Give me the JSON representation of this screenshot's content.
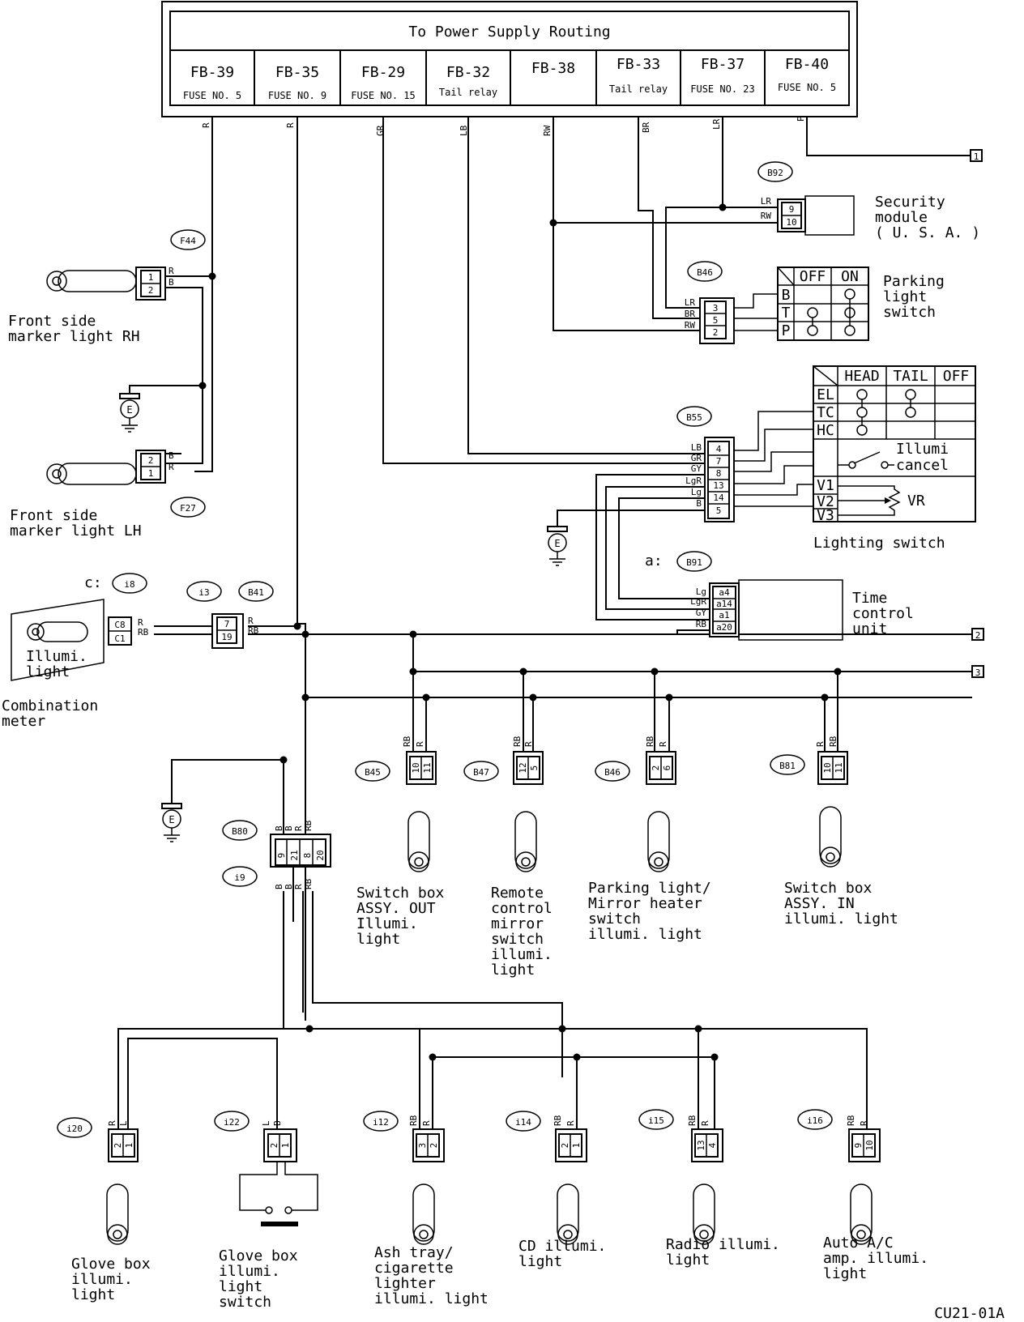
{
  "power_supply": {
    "title": "To Power Supply Routing",
    "fuses": [
      {
        "code": "FB-39",
        "name": "FUSE NO. 5",
        "wire": "R"
      },
      {
        "code": "FB-35",
        "name": "FUSE NO. 9",
        "wire": "R"
      },
      {
        "code": "FB-29",
        "name": "FUSE NO. 15",
        "wire": "GR"
      },
      {
        "code": "FB-32",
        "name": "Tail relay",
        "wire": "LB"
      },
      {
        "code": "FB-38",
        "name": "",
        "wire": "RW"
      },
      {
        "code": "FB-33",
        "name": "Tail relay",
        "wire": "BR"
      },
      {
        "code": "FB-37",
        "name": "FUSE NO. 23",
        "wire": "LR"
      },
      {
        "code": "FB-40",
        "name": "FUSE NO. 5",
        "wire": "P"
      }
    ]
  },
  "ref_markers": [
    "1",
    "2",
    "3"
  ],
  "connector_codes": {
    "b92": "B92",
    "f44": "F44",
    "b46a": "B46",
    "b55": "B55",
    "f27": "F27",
    "b91": "B91",
    "i8": "i8",
    "i3": "i3",
    "b41": "B41",
    "b45": "B45",
    "b47": "B47",
    "b46b": "B46",
    "b81": "B81",
    "b80": "B80",
    "i9": "i9",
    "i20": "i20",
    "i22": "i22",
    "i12": "i12",
    "i14": "i14",
    "i15": "i15",
    "i16": "i16"
  },
  "prefixes": {
    "c": "c:",
    "a": "a:"
  },
  "security_module": {
    "l1": "Security",
    "l2": "module",
    "l3": "( U. S. A. )",
    "pins": [
      "9",
      "10"
    ],
    "wires": [
      "LR",
      "RW"
    ]
  },
  "parking_switch": {
    "l1": "Parking",
    "l2": "light",
    "l3": "switch",
    "cols": [
      "OFF",
      "ON"
    ],
    "rows": [
      "B",
      "T",
      "P"
    ],
    "pins": [
      "3",
      "5",
      "2"
    ],
    "wires": [
      "LR",
      "BR",
      "RW"
    ]
  },
  "lighting_switch": {
    "title": "Lighting switch",
    "cols": [
      "HEAD",
      "TAIL",
      "OFF"
    ],
    "rows": [
      "EL",
      "TC",
      "HC"
    ],
    "illumi1": "Illumi",
    "illumi2": "cancel",
    "v_rows": [
      "V1",
      "V2",
      "V3"
    ],
    "vr": "VR",
    "pins": [
      "4",
      "7",
      "8",
      "13",
      "14",
      "5"
    ],
    "wires": [
      "LB",
      "GR",
      "GY",
      "LgR",
      "Lg",
      "B"
    ]
  },
  "time_control": {
    "l1": "Time",
    "l2": "control",
    "l3": "unit",
    "pins": [
      "a4",
      "a14",
      "a1",
      "a20"
    ],
    "wires": [
      "Lg",
      "LgR",
      "GY",
      "RB"
    ]
  },
  "front_rh": {
    "l1": "Front side",
    "l2": "marker light RH",
    "pins": [
      "1",
      "2"
    ],
    "wires": [
      "R",
      "B"
    ]
  },
  "front_lh": {
    "l1": "Front side",
    "l2": "marker light LH",
    "pins": [
      "2",
      "1"
    ],
    "wires": [
      "B",
      "R"
    ]
  },
  "combination_meter": {
    "inner1": "Illumi.",
    "inner2": "light",
    "l1": "Combination",
    "l2": "meter",
    "pins": [
      "C8",
      "C1"
    ],
    "wires": [
      "R",
      "RB"
    ]
  },
  "i3_conn": {
    "pins": [
      "7",
      "19"
    ],
    "wires": [
      "R",
      "RB"
    ]
  },
  "ground": "E",
  "b80_conn": {
    "pins": [
      "9",
      "21",
      "8",
      "20"
    ],
    "wires_top": [
      "B",
      "B",
      "R",
      "RB"
    ],
    "wires_bottom": [
      "B",
      "B",
      "R",
      "RB"
    ]
  },
  "upper_loads": [
    {
      "pins": [
        "10",
        "11"
      ],
      "wires": [
        "RB",
        "R"
      ],
      "l1": "Switch box",
      "l2": "ASSY. OUT",
      "l3": "Illumi.",
      "l4": "light"
    },
    {
      "pins": [
        "12",
        "5"
      ],
      "wires": [
        "RB",
        "R"
      ],
      "l1": "Remote",
      "l2": "control",
      "l3": "mirror",
      "l4": "switch",
      "l5": "illumi.",
      "l6": "light"
    },
    {
      "pins": [
        "2",
        "6"
      ],
      "wires": [
        "RB",
        "R"
      ],
      "l1": "Parking light/",
      "l2": "Mirror heater",
      "l3": "switch",
      "l4": "illumi. light"
    },
    {
      "pins": [
        "10",
        "11"
      ],
      "wires": [
        "R",
        "RB"
      ],
      "l1": "Switch box",
      "l2": "ASSY. IN",
      "l3": "illumi. light"
    }
  ],
  "lower_loads": [
    {
      "pins": [
        "2",
        "1"
      ],
      "wires": [
        "R",
        "L"
      ],
      "l1": "Glove box",
      "l2": "illumi.",
      "l3": "light"
    },
    {
      "pins": [
        "2",
        "1"
      ],
      "wires": [
        "L",
        "B"
      ],
      "l1": "Glove box",
      "l2": "illumi.",
      "l3": "light",
      "l4": "switch"
    },
    {
      "pins": [
        "3",
        "2"
      ],
      "wires": [
        "RB",
        "R"
      ],
      "l1": "Ash tray/",
      "l2": "cigarette",
      "l3": "lighter",
      "l4": "illumi. light"
    },
    {
      "pins": [
        "2",
        "1"
      ],
      "wires": [
        "RB",
        "R"
      ],
      "l1": "CD illumi.",
      "l2": "light"
    },
    {
      "pins": [
        "13",
        "4"
      ],
      "wires": [
        "RB",
        "R"
      ],
      "l1": "Radio illumi.",
      "l2": "light"
    },
    {
      "pins": [
        "9",
        "10"
      ],
      "wires": [
        "RB",
        "R"
      ],
      "l1": "Auto A/C",
      "l2": "amp. illumi.",
      "l3": "light"
    }
  ],
  "figure_code": "CU21-01A"
}
